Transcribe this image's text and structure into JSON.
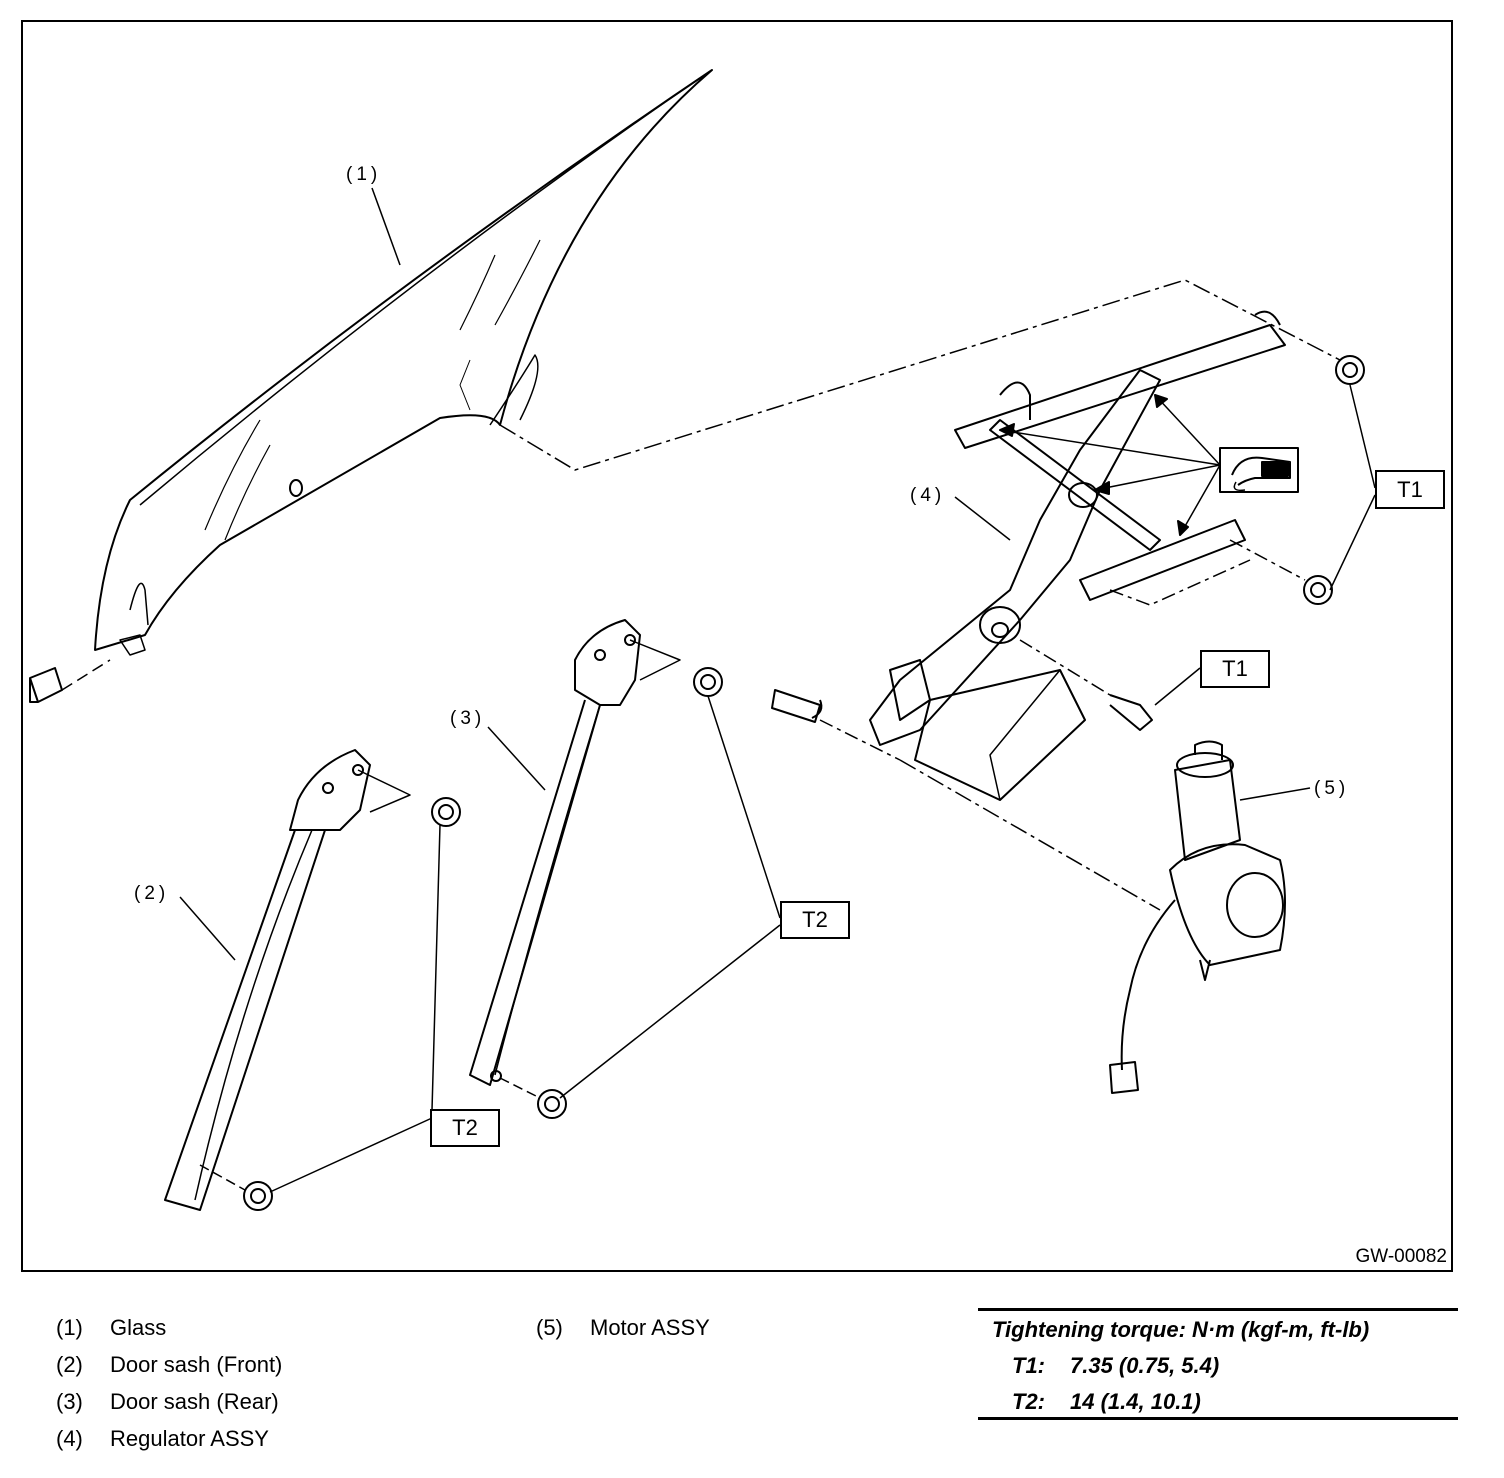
{
  "callouts": {
    "c1": "(1)",
    "c2": "(2)",
    "c3": "(3)",
    "c4": "(4)",
    "c5": "(5)"
  },
  "torque_marks": {
    "t1_upper": "T1",
    "t1_lower": "T1",
    "t2_rear": "T2",
    "t2_front": "T2"
  },
  "figure_ref": "GW-00082",
  "legend": [
    {
      "num": "(1)",
      "text": "Glass"
    },
    {
      "num": "(2)",
      "text": "Door sash (Front)"
    },
    {
      "num": "(3)",
      "text": "Door sash (Rear)"
    },
    {
      "num": "(4)",
      "text": "Regulator ASSY"
    },
    {
      "num": "(5)",
      "text": "Motor ASSY"
    }
  ],
  "torque_table": {
    "title": "Tightening torque: N·m (kgf-m, ft-lb)",
    "rows": [
      {
        "key": "T1:",
        "value": "7.35 (0.75, 5.4)"
      },
      {
        "key": "T2:",
        "value": "14 (1.4, 10.1)"
      }
    ]
  },
  "icons": [
    "grease-icon"
  ]
}
